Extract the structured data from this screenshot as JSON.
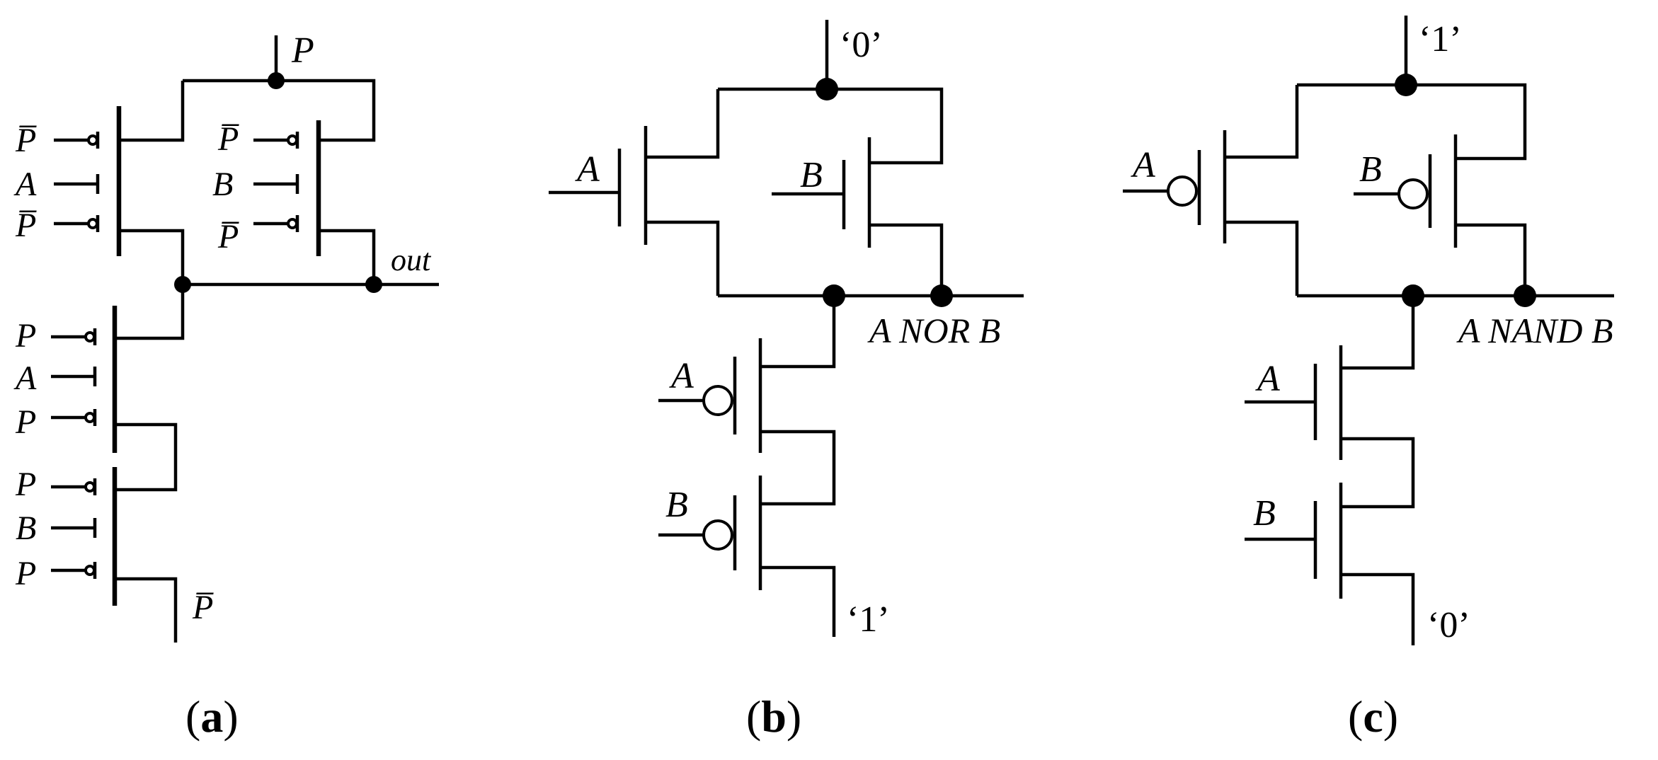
{
  "panel_a": {
    "caption_letter": "a",
    "top_signal": "P",
    "out_label": "out",
    "bottom_signal": "P̅",
    "left_gates": [
      "P̅",
      "A",
      "P̅"
    ],
    "right_gates": [
      "P̅",
      "B",
      "P̅"
    ],
    "stack1_gates": [
      "P",
      "A",
      "P"
    ],
    "stack2_gates": [
      "P",
      "B",
      "P"
    ]
  },
  "panel_b": {
    "caption_letter": "b",
    "supply_top": "‘0’",
    "supply_bottom": "‘1’",
    "output_label": "A NOR B",
    "gate_labels": [
      "A",
      "B",
      "A",
      "B"
    ]
  },
  "panel_c": {
    "caption_letter": "c",
    "supply_top": "‘1’",
    "supply_bottom": "‘0’",
    "output_label": "A NAND B",
    "gate_labels": [
      "A",
      "B",
      "A",
      "B"
    ]
  },
  "colors": {
    "ink": "#000000",
    "background": "#ffffff"
  }
}
